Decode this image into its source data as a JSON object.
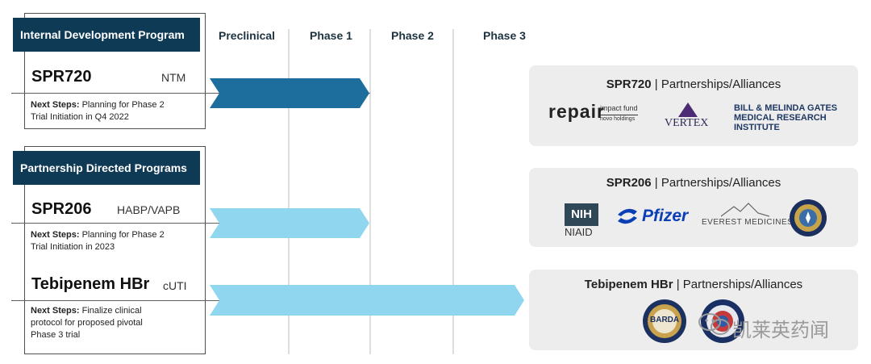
{
  "phases": [
    "Preclinical",
    "Phase 1",
    "Phase 2",
    "Phase 3"
  ],
  "groups": {
    "internal": "Internal Development Program",
    "partnership": "Partnership Directed Programs"
  },
  "programs": [
    {
      "name": "SPR720",
      "indication": "NTM",
      "next_label": "Next Steps:",
      "next_text": "Planning for Phase 2",
      "next_text_2": "Trial Initiation in  Q4 2022",
      "stage_progress": 0.5,
      "color": "#1d6e9c"
    },
    {
      "name": "SPR206",
      "indication": "HABP/VAPB",
      "next_label": "Next Steps:",
      "next_text": "Planning for Phase 2",
      "next_text_2": "Trial Initiation in 2023",
      "stage_progress": 0.5,
      "color": "#8fd6ee"
    },
    {
      "name": "Tebipenem HBr",
      "indication": "cUTI",
      "next_label": "Next Steps:",
      "next_text": "Finalize clinical",
      "next_text_2": "protocol for proposed pivotal",
      "next_text_3": "Phase 3 trial",
      "stage_progress": 1.0,
      "color": "#8fd6ee"
    }
  ],
  "partnerships": [
    {
      "program": "SPR720",
      "label": "Partnerships/Alliances",
      "logos": {
        "repair": "repair",
        "impact_fund": "impact fund",
        "novo": "novo holdings",
        "vertex": "VERTEX",
        "gates_1": "BILL & MELINDA GATES",
        "gates_2": "MEDICAL RESEARCH",
        "gates_3": "INSTITUTE"
      }
    },
    {
      "program": "SPR206",
      "label": "Partnerships/Alliances",
      "logos": {
        "nih": "NIH",
        "niaid": "NIAID",
        "pfizer": "Pfizer",
        "everest": "EVEREST MEDICINES"
      }
    },
    {
      "program": "Tebipenem HBr",
      "label": "Partnerships/Alliances",
      "logos": {
        "barda": "BARDA"
      }
    }
  ],
  "watermark": "凯莱英药闻",
  "colors": {
    "navy": "#0e3a55",
    "dark_arrow": "#1d6e9c",
    "light_arrow": "#8fd6ee",
    "card_bg": "#ededed"
  }
}
